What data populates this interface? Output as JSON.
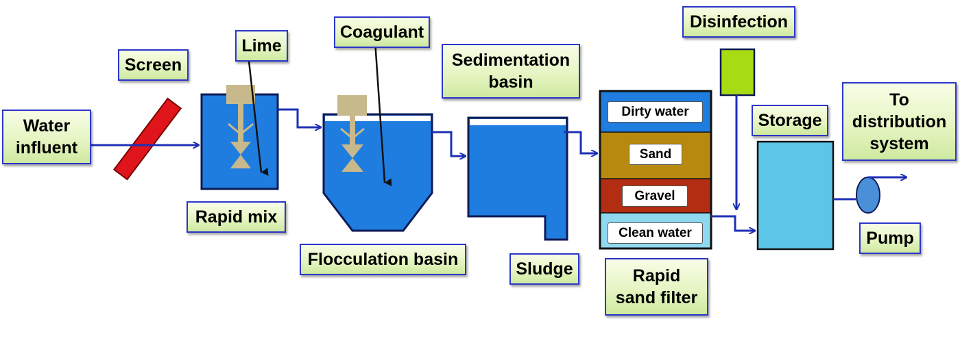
{
  "labels": {
    "water_influent": [
      "Water",
      "influent"
    ],
    "screen": [
      "Screen"
    ],
    "lime": [
      "Lime"
    ],
    "coagulant": [
      "Coagulant"
    ],
    "sedimentation_basin": [
      "Sedimentation",
      "basin"
    ],
    "disinfection": [
      "Disinfection"
    ],
    "storage": [
      "Storage"
    ],
    "to_distribution": [
      "To",
      "distribution",
      "system"
    ],
    "rapid_mix": [
      "Rapid mix"
    ],
    "flocculation_basin": [
      "Flocculation basin"
    ],
    "sludge": [
      "Sludge"
    ],
    "rapid_sand_filter": [
      "Rapid",
      "sand filter"
    ],
    "pump": [
      "Pump"
    ]
  },
  "filter_layers": {
    "dirty_water": "Dirty water",
    "sand": "Sand",
    "gravel": "Gravel",
    "clean_water": "Clean water"
  },
  "colors": {
    "label_border": "#2b36c9",
    "flow_arrow": "#1e2fb5",
    "tank_water": "#1f7de0",
    "screen": "#e0141b",
    "mixer": "#c8b98c",
    "sand": "#b78a0f",
    "gravel": "#b22d12",
    "clean_water": "#8fd9f0",
    "disinfection": "#a8dc12",
    "storage": "#5cc6e8",
    "pump": "#4a90d8"
  }
}
